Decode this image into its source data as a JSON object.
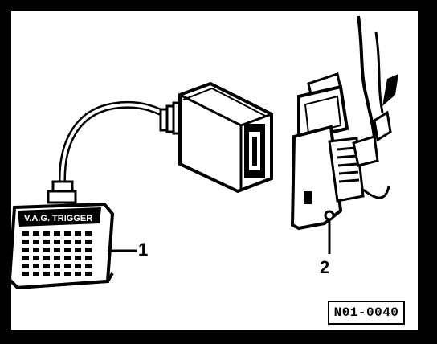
{
  "callouts": {
    "one": "1",
    "two": "2"
  },
  "device_label": "V.A.G. TRIGGER",
  "reference_code": "N01-0040",
  "colors": {
    "background": "#000000",
    "panel": "#ffffff",
    "line": "#000000"
  }
}
